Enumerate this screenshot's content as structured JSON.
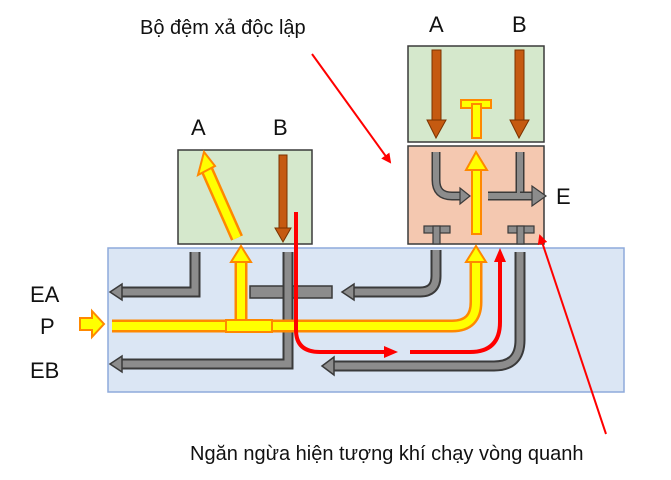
{
  "captions": {
    "top": "Bộ đệm xả độc lập",
    "bottom": "Ngăn ngừa hiện tượng khí chạy vòng quanh"
  },
  "left_valve": {
    "port_a": "A",
    "port_b": "B"
  },
  "right_valve": {
    "port_a": "A",
    "port_b": "B",
    "exhaust": "E"
  },
  "manifold_ports": {
    "ea": "EA",
    "p": "P",
    "eb": "EB"
  },
  "colors": {
    "manifold_fill": "#dbe6f4",
    "manifold_border": "#8eaadb",
    "valve_green": "#d5e8cc",
    "valve_salmon": "#f4c8b0",
    "pressure_yellow": "#ffff00",
    "pressure_outline": "#ff8800",
    "exhaust_brown": "#c55a11",
    "gray_pipe": "#7f7f7f",
    "leader_red": "#ff0000"
  }
}
